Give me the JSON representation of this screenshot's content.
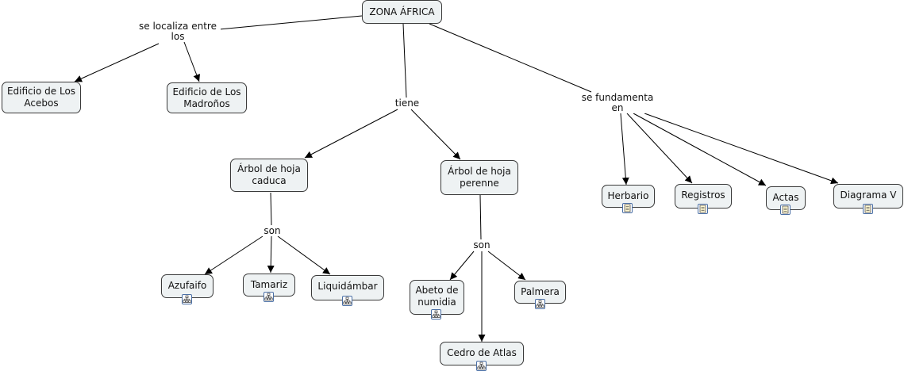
{
  "concepts": {
    "zona": "ZONA ÁFRICA",
    "acebos": "Edificio de Los\nAcebos",
    "madronos": "Edificio de Los\nMadroños",
    "caduca": "Árbol de hoja\ncaduca",
    "perenne": "Árbol de hoja\nperenne",
    "herbario": "Herbario",
    "registros": "Registros",
    "actas": "Actas",
    "diagrama": "Diagrama V",
    "azufaifo": "Azufaifo",
    "tamariz": "Tamariz",
    "liquidambar": "Liquidámbar",
    "abeto": "Abeto de\nnumidia",
    "palmera": "Palmera",
    "cedro": "Cedro de Atlas"
  },
  "linking_phrases": {
    "localiza": "se localiza entre\nlos",
    "tiene": "tiene",
    "fundamenta": "se fundamenta\nen",
    "son_caduca": "son",
    "son_perenne": "son"
  },
  "resource_icons": {
    "herbario": "document-icon",
    "registros": "document-icon",
    "actas": "document-icon",
    "diagrama": "document-icon",
    "azufaifo": "concept-map-icon",
    "tamariz": "concept-map-icon",
    "liquidambar": "concept-map-icon",
    "abeto": "concept-map-icon",
    "palmera": "concept-map-icon",
    "cedro": "concept-map-icon"
  },
  "colors": {
    "node_fill": "#eef2f3",
    "node_border": "#3a3a3a",
    "link": "#000000",
    "icon_accent": "#4a6fa5"
  }
}
